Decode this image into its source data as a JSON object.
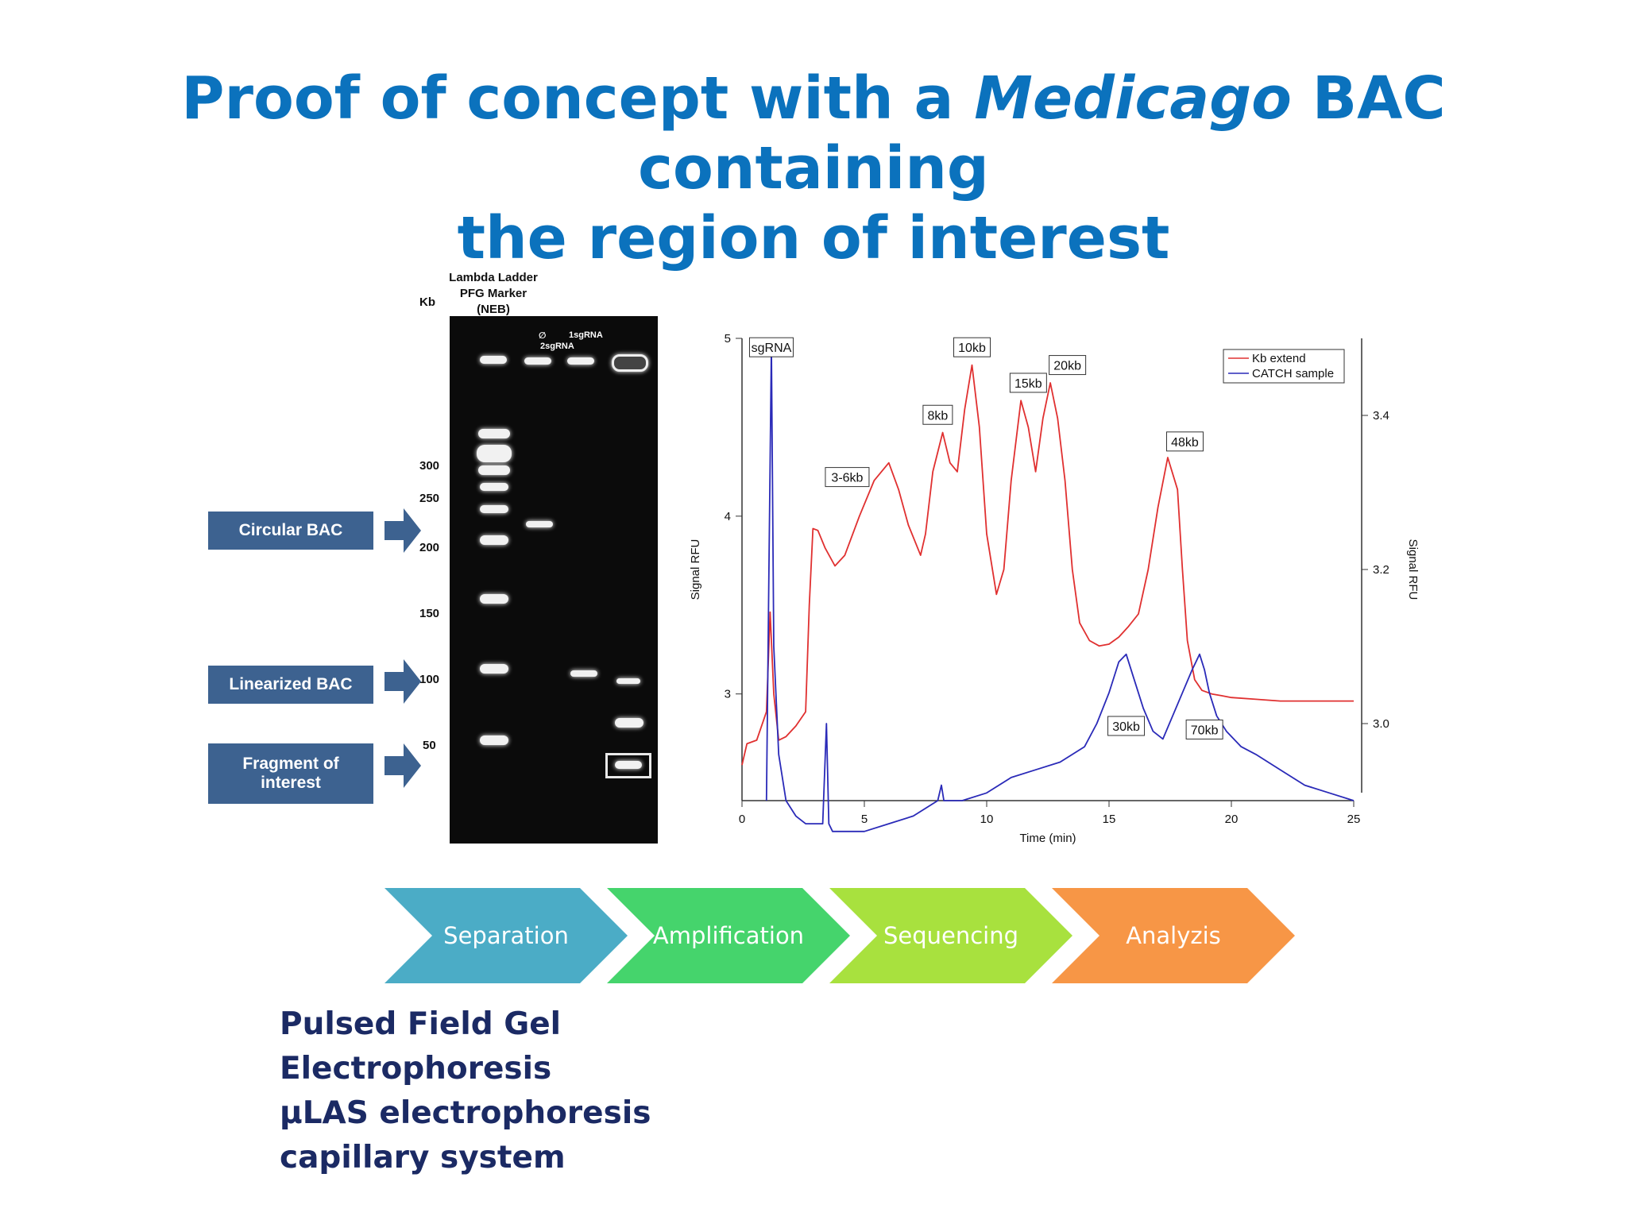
{
  "title": {
    "line1_a": "Proof of concept with a ",
    "line1_italic": "Medicago",
    "line1_b": " BAC containing",
    "line2": "the region of interest"
  },
  "gel": {
    "kb_label": "Kb",
    "ladder_label": [
      "Lambda Ladder",
      "PFG Marker",
      "(NEB)"
    ],
    "lane_labels": {
      "empty_symbol": "∅",
      "two": "2sgRNA",
      "one": "1sgRNA"
    },
    "kb_ticks": [
      "300",
      "250",
      "200",
      "150",
      "100",
      "50"
    ]
  },
  "callouts": [
    {
      "label": "Circular BAC"
    },
    {
      "label": "Linearized BAC"
    },
    {
      "label": "Fragment of interest"
    }
  ],
  "workflow": [
    {
      "label": "Separation",
      "color": "#4bacc6"
    },
    {
      "label": "Amplification",
      "color": "#45d46c"
    },
    {
      "label": "Sequencing",
      "color": "#a8e13e"
    },
    {
      "label": "Analyzis",
      "color": "#f79646"
    }
  ],
  "methods": [
    "Pulsed Field Gel",
    "Electrophoresis",
    "µLAS electrophoresis",
    "capillary system"
  ],
  "chart_data": {
    "type": "line",
    "xlabel": "Time (min)",
    "ylabel": "Signal RFU",
    "y2label": "Signal RFU",
    "xlim": [
      0,
      25
    ],
    "ylim": [
      2.4,
      5
    ],
    "y2lim": [
      2.9,
      3.5
    ],
    "xticks": [
      0,
      5,
      10,
      15,
      20,
      25
    ],
    "yticks": [
      3,
      4,
      5
    ],
    "y2ticks": [
      3.0,
      3.2,
      3.4
    ],
    "legend": "top-right",
    "series": [
      {
        "name": "Kb extend",
        "color": "#e03030",
        "axis": "left",
        "x": [
          0,
          0.2,
          0.6,
          1.0,
          1.15,
          1.3,
          1.5,
          1.8,
          2.2,
          2.6,
          2.75,
          2.9,
          3.1,
          3.4,
          3.8,
          4.2,
          4.8,
          5.4,
          6.0,
          6.4,
          6.8,
          7.3,
          7.5,
          7.8,
          8.2,
          8.5,
          8.8,
          9.1,
          9.4,
          9.7,
          10.0,
          10.4,
          10.7,
          11.0,
          11.4,
          11.7,
          12.0,
          12.3,
          12.6,
          12.9,
          13.2,
          13.5,
          13.8,
          14.2,
          14.6,
          15.0,
          15.4,
          15.8,
          16.2,
          16.6,
          17.0,
          17.4,
          17.8,
          18.0,
          18.2,
          18.5,
          18.8,
          19.2,
          19.6,
          20.0,
          21.0,
          22.0,
          23.0,
          24.0,
          25.0
        ],
        "y": [
          2.6,
          2.72,
          2.74,
          2.9,
          3.46,
          3.0,
          2.74,
          2.76,
          2.82,
          2.9,
          3.5,
          3.93,
          3.92,
          3.82,
          3.72,
          3.78,
          4.0,
          4.2,
          4.3,
          4.15,
          3.95,
          3.78,
          3.9,
          4.25,
          4.47,
          4.3,
          4.25,
          4.6,
          4.85,
          4.5,
          3.9,
          3.56,
          3.7,
          4.2,
          4.65,
          4.5,
          4.25,
          4.55,
          4.75,
          4.55,
          4.2,
          3.7,
          3.4,
          3.3,
          3.27,
          3.28,
          3.32,
          3.38,
          3.45,
          3.7,
          4.05,
          4.33,
          4.15,
          3.7,
          3.3,
          3.08,
          3.02,
          3.0,
          2.99,
          2.98,
          2.97,
          2.96,
          2.96,
          2.96,
          2.96
        ]
      },
      {
        "name": "CATCH sample",
        "color": "#2a2ab8",
        "axis": "right",
        "x": [
          1.0,
          1.1,
          1.2,
          1.3,
          1.5,
          1.8,
          2.2,
          2.6,
          3.0,
          3.3,
          3.45,
          3.55,
          3.7,
          4.0,
          5.0,
          6.0,
          7.0,
          8.0,
          8.15,
          8.25,
          8.4,
          9.0,
          10.0,
          11.0,
          12.0,
          13.0,
          14.0,
          14.5,
          15.0,
          15.4,
          15.7,
          16.0,
          16.4,
          16.8,
          17.2,
          17.6,
          18.0,
          18.4,
          18.7,
          18.9,
          19.1,
          19.4,
          19.8,
          20.4,
          21.0,
          22.0,
          23.0,
          24.0,
          25.0
        ],
        "y": [
          2.9,
          3.2,
          3.49,
          3.1,
          2.96,
          2.9,
          2.88,
          2.87,
          2.87,
          2.87,
          3.0,
          2.87,
          2.86,
          2.86,
          2.86,
          2.87,
          2.88,
          2.9,
          2.92,
          2.9,
          2.9,
          2.9,
          2.91,
          2.93,
          2.94,
          2.95,
          2.97,
          3.0,
          3.04,
          3.08,
          3.09,
          3.06,
          3.02,
          2.99,
          2.98,
          3.01,
          3.04,
          3.07,
          3.09,
          3.07,
          3.04,
          3.01,
          2.99,
          2.97,
          2.96,
          2.94,
          2.92,
          2.91,
          2.9
        ]
      }
    ],
    "annotations": [
      {
        "label": "sgRNA",
        "x": 1.2,
        "y": 4.95
      },
      {
        "label": "3-6kb",
        "x": 4.3,
        "y": 4.22
      },
      {
        "label": "8kb",
        "x": 8.0,
        "y": 4.57
      },
      {
        "label": "10kb",
        "x": 9.4,
        "y": 4.95
      },
      {
        "label": "15kb",
        "x": 11.7,
        "y": 4.75
      },
      {
        "label": "20kb",
        "x": 13.3,
        "y": 4.85
      },
      {
        "label": "48kb",
        "x": 18.1,
        "y": 4.42
      },
      {
        "label": "30kb",
        "x": 15.7,
        "y": 2.82
      },
      {
        "label": "70kb",
        "x": 18.9,
        "y": 2.8
      }
    ]
  }
}
